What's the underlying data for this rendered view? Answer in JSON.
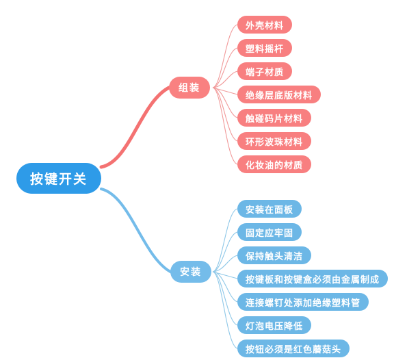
{
  "diagram": {
    "type": "mind-map",
    "title": "按键开关",
    "background_color": "#ffffff",
    "colors": {
      "root": "#2e9be8",
      "branch_assembly": "#f98181",
      "branch_install": "#74bcea",
      "leaf_red": "#f87f80",
      "leaf_blue": "#6cb7e6",
      "text": "#ffffff"
    },
    "root": {
      "label": "按键开关"
    },
    "branches": [
      {
        "id": "assembly",
        "label": "组装",
        "color": "#f98181",
        "leaves": [
          {
            "label": "外壳材料"
          },
          {
            "label": "塑料摇杆"
          },
          {
            "label": "端子材质"
          },
          {
            "label": "绝缘层底版材料"
          },
          {
            "label": "触碰码片材料"
          },
          {
            "label": "环形波珠材料"
          },
          {
            "label": "化妆油的材质"
          }
        ]
      },
      {
        "id": "install",
        "label": "安装",
        "color": "#74bcea",
        "leaves": [
          {
            "label": "安装在面板"
          },
          {
            "label": "固定应牢固"
          },
          {
            "label": "保持触头清洁"
          },
          {
            "label": "按键板和按键盒必须由金属制成"
          },
          {
            "label": "连接螺钉处添加绝缘塑料管"
          },
          {
            "label": "灯泡电压降低"
          },
          {
            "label": "按钮必须是红色蘑菇头"
          }
        ]
      }
    ]
  }
}
